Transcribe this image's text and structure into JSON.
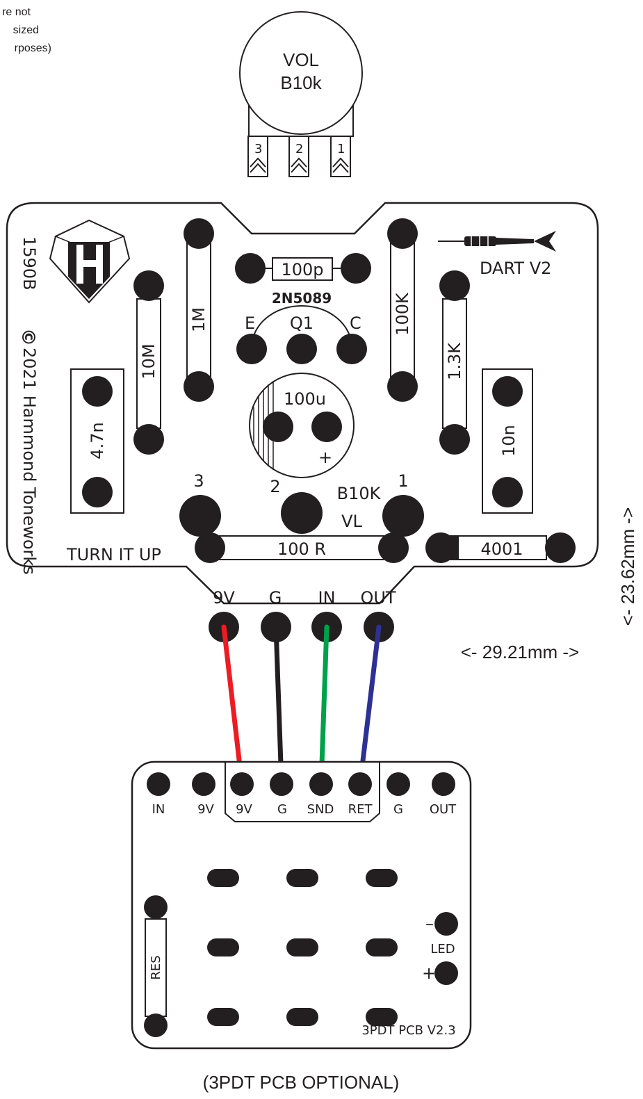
{
  "note": {
    "line1": "re not",
    "line2": "sized",
    "line3": "rposes)"
  },
  "pot": {
    "name": "VOL",
    "value": "B10k",
    "lugs": [
      "3",
      "2",
      "1"
    ]
  },
  "main_pcb": {
    "enclosure": "1590B",
    "copyright_symbol": "©",
    "copyright": "2021 Hammond Toneworks",
    "project": "DART V2",
    "slogan": "TURN IT UP",
    "components": {
      "c_100p": "100p",
      "transistor_part": "2N5089",
      "transistor_ref": "Q1",
      "emitter": "E",
      "collector": "C",
      "r_1m": "1M",
      "r_10m": "10M",
      "c_4_7n": "4.7n",
      "r_100k": "100K",
      "r_1_3k": "1.3K",
      "c_10n": "10n",
      "c_100u": "100u",
      "cap_plus": "+",
      "pot_pin3": "3",
      "pot_pin2": "2",
      "pot_pin1": "1",
      "pot_value": "B10K",
      "pot_ref": "VL",
      "r_100r": "100 R",
      "diode": "4001"
    },
    "pads": [
      "9V",
      "G",
      "IN",
      "OUT"
    ]
  },
  "dimensions": {
    "width": "<- 29.21mm ->",
    "height": "<- 23.62mm ->"
  },
  "wires": [
    {
      "from": "9V",
      "to": "9V",
      "color": "#ed1c24"
    },
    {
      "from": "G",
      "to": "G",
      "color": "#231f20"
    },
    {
      "from": "IN",
      "to": "SND",
      "color": "#00a14b"
    },
    {
      "from": "OUT",
      "to": "RET",
      "color": "#2e3192"
    }
  ],
  "footswitch_pcb": {
    "pad_labels": [
      "IN",
      "9V",
      "9V",
      "G",
      "SND",
      "RET",
      "G",
      "OUT"
    ],
    "resistor": "RES",
    "led": "LED",
    "led_minus": "–",
    "led_plus": "+",
    "version": "3PDT PCB V2.3"
  },
  "caption": "(3PDT PCB OPTIONAL)"
}
